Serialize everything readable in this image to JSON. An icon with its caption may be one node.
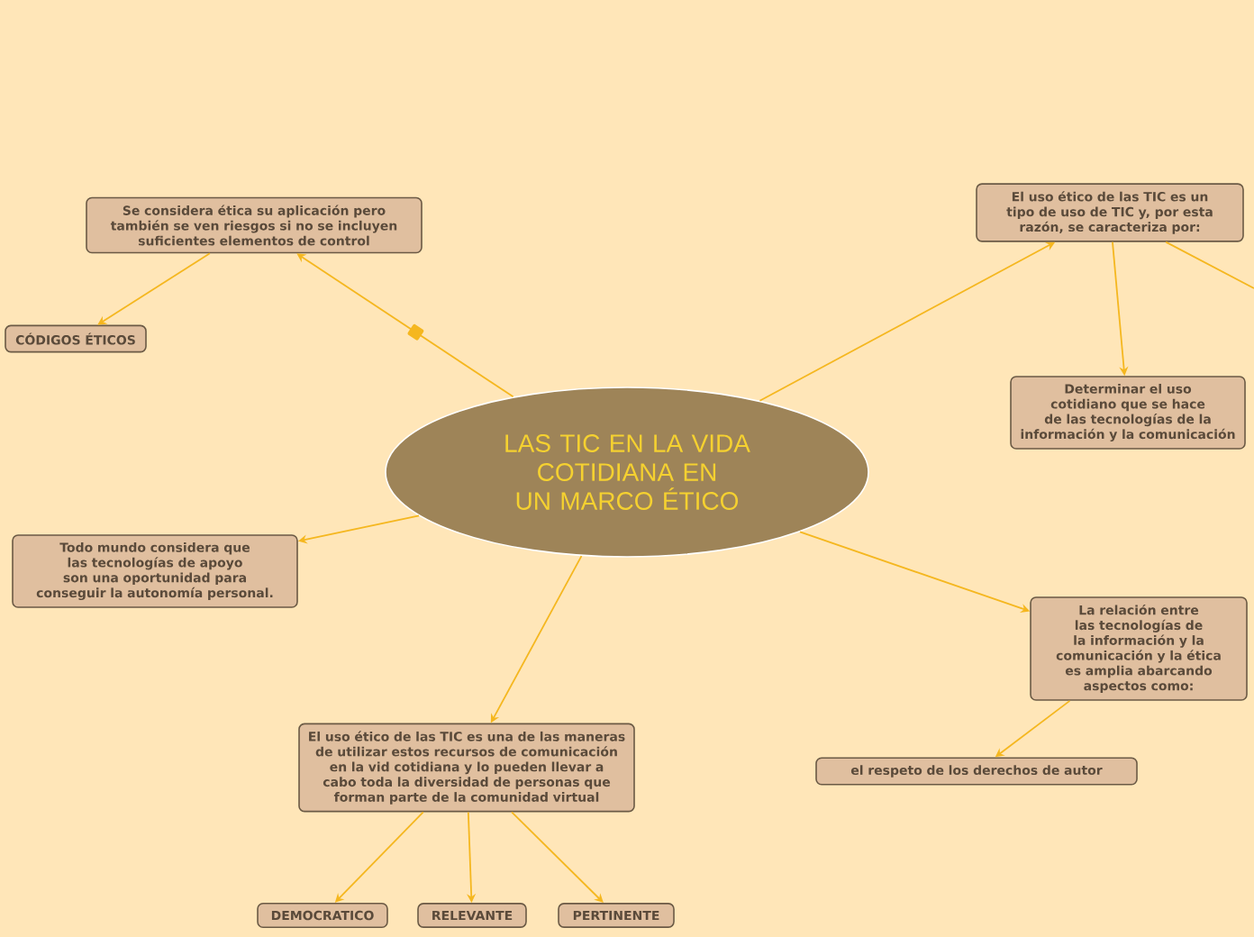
{
  "diagram": {
    "nodes": [
      {
        "text": [
          "LAS TIC EN LA VIDA COTIDIANA EN UN MARCO ÉTICO"
        ]
      },
      {
        "text": [
          "Se considera ética su aplicación pero también se ven riesgos si no se incluyen suficientes elementos de control"
        ]
      },
      {
        "text": [
          "CÓDIGOS ÉTICOS"
        ]
      },
      {
        "text": [
          "Todo mundo considera que las tecnologías de apoyo son una oportunidad para conseguir la autonomía personal."
        ]
      },
      {
        "text": [
          "El uso ético de las TIC es una de las maneras de utilizar estos recursos de comunicación en la vid cotidiana y lo pueden llevar a cabo toda la diversidad de personas que forman parte de la comunidad virtual"
        ]
      },
      {
        "text": [
          "DEMOCRATICO"
        ]
      },
      {
        "text": [
          "RELEVANTE"
        ]
      },
      {
        "text": [
          "PERTINENTE"
        ]
      },
      {
        "text": [
          "El uso ético de las TIC es un tipo de uso de TIC y, por esta razón, se caracteriza por:"
        ]
      },
      {
        "text": [
          "Determinar el uso cotidiano que se hace de las tecnologías de la información y la comunicación"
        ]
      },
      {
        "text": [
          "La relación entre las tecnologías de la información y la comunicación y la ética es amplia abarcando aspectos como:"
        ]
      },
      {
        "text": [
          "el respeto de los derechos de autor"
        ]
      }
    ],
    "edges": [
      {
        "from": 0,
        "to": 1,
        "arrow": "to"
      },
      {
        "from": 1,
        "to": 2,
        "arrow": "to"
      },
      {
        "from": 0,
        "to": 3,
        "arrow": "to"
      },
      {
        "from": 0,
        "to": 4,
        "arrow": "to"
      },
      {
        "from": 4,
        "to": 5,
        "arrow": "to"
      },
      {
        "from": 4,
        "to": 6,
        "arrow": "to"
      },
      {
        "from": 4,
        "to": 7,
        "arrow": "to"
      },
      {
        "from": 0,
        "to": 8,
        "arrow": "to"
      },
      {
        "from": 8,
        "to": 9,
        "arrow": "to"
      },
      {
        "from": 8,
        "to": null,
        "arrow": "none"
      },
      {
        "from": 0,
        "to": 10,
        "arrow": "to"
      },
      {
        "from": 10,
        "to": 11,
        "arrow": "to"
      }
    ]
  }
}
